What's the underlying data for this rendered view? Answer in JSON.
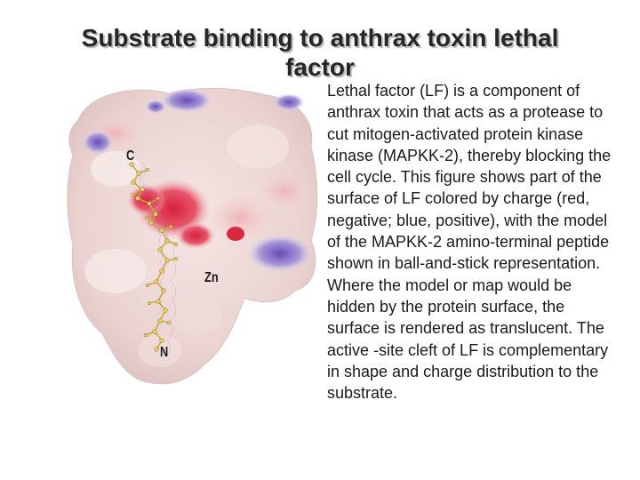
{
  "slide": {
    "title": "Substrate binding to anthrax toxin lethal factor",
    "description": "Lethal factor (LF) is a component of anthrax toxin that acts as a protease to cut mitogen-activated protein kinase kinase (MAPKK-2), thereby blocking the cell cycle. This figure shows part of the surface of LF colored by charge (red, negative; blue, positive), with the model of the MAPKK-2 amino-terminal peptide shown in ball-and-stick representation. Where the model or map would be hidden by the protein surface, the surface is rendered as translucent. The active -site cleft of LF is complementary in shape and charge distribution to the substrate."
  },
  "figure": {
    "labels": {
      "c_terminus": "C",
      "zinc": "Zn",
      "n_terminus": "N"
    },
    "colors": {
      "negative": "#e0304a",
      "positive": "#7a5cc0",
      "neutral": "#f2dede",
      "peptide": "#d9b84a"
    }
  }
}
